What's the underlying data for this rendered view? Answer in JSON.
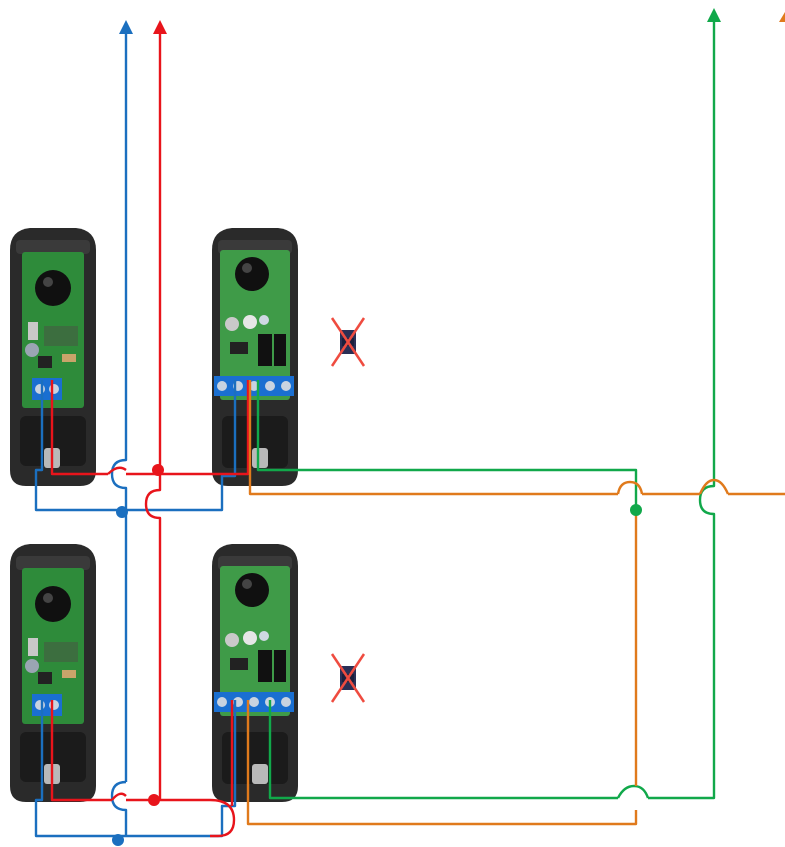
{
  "colors": {
    "blue": "#1b6fbf",
    "red": "#e8141b",
    "green": "#11a84a",
    "orange": "#e07a1c",
    "device_body": "#2a2a2a",
    "pcb": "#2e8b3a",
    "terminal": "#1a6fd1",
    "jumper": "#2b2f55",
    "cross": "#ef4b3f"
  },
  "devices": [
    {
      "role": "transmitter",
      "row": "top"
    },
    {
      "role": "receiver",
      "row": "top",
      "jumper": "removed"
    },
    {
      "role": "transmitter",
      "row": "bottom"
    },
    {
      "role": "receiver",
      "row": "bottom",
      "jumper": "removed"
    }
  ],
  "wires": [
    {
      "color": "blue",
      "label": ""
    },
    {
      "color": "red",
      "label": ""
    },
    {
      "color": "green",
      "label": ""
    },
    {
      "color": "orange",
      "label": ""
    }
  ]
}
